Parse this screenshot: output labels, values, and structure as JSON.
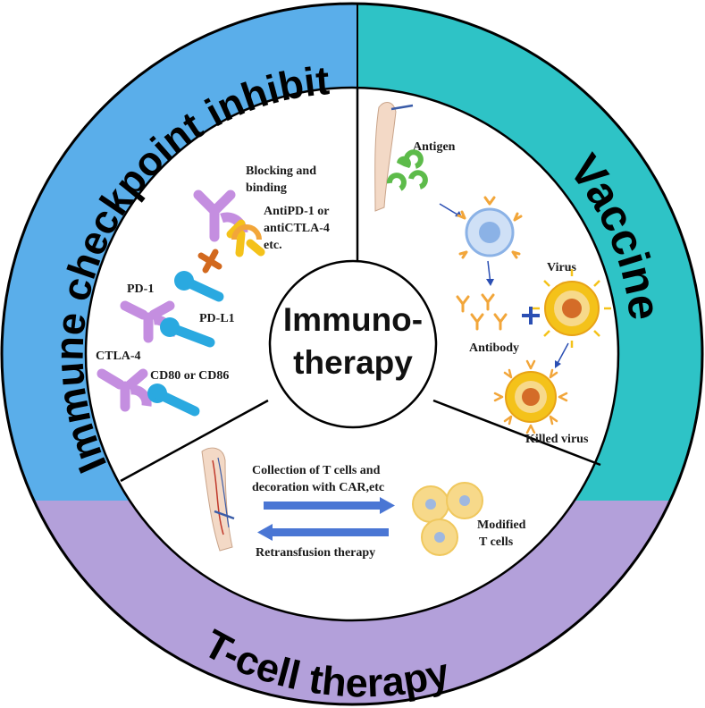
{
  "center": {
    "line1": "Immuno-",
    "line2": "therapy"
  },
  "segments": {
    "checkpoint": {
      "title": "Immune checkpoint inhibitor",
      "color": "#5aaeea",
      "labels": {
        "blocking_line1": "Blocking and",
        "blocking_line2": "binding",
        "anti_line1": "AntiPD-1 or",
        "anti_line2": "antiCTLA-4",
        "anti_line3": "etc.",
        "pd1": "PD-1",
        "pdl1": "PD-L1",
        "ctla4": "CTLA-4",
        "cd80": "CD80 or CD86"
      }
    },
    "vaccine": {
      "title": "Vaccine",
      "color": "#2ec3c6",
      "labels": {
        "antigen": "Antigen",
        "virus": "Virus",
        "antibody": "Antibody",
        "killed_virus": "Killed virus"
      }
    },
    "tcell": {
      "title": "T-cell therapy",
      "color": "#b3a0da",
      "labels": {
        "collection_line1": "Collection of T cells and",
        "collection_line2": "decoration with CAR,etc",
        "retransfusion": "Retransfusion therapy",
        "modified_line1": "Modified",
        "modified_line2": "T cells"
      }
    }
  },
  "colors": {
    "receptor_purple": "#c48ee0",
    "ligand_blue": "#2aa9e0",
    "antibody_orange": "#f2a63a",
    "antibody_yellow": "#f4c21a",
    "plus_orange": "#d2691e",
    "plus_blue": "#2b4fb3",
    "arrow_blue": "#4a76d4",
    "cell_yellow": "#f7d98a",
    "cell_nucleus": "#9fb8e0",
    "antigen_green": "#5dbb4a",
    "apc_blue": "#8bb2e6"
  }
}
